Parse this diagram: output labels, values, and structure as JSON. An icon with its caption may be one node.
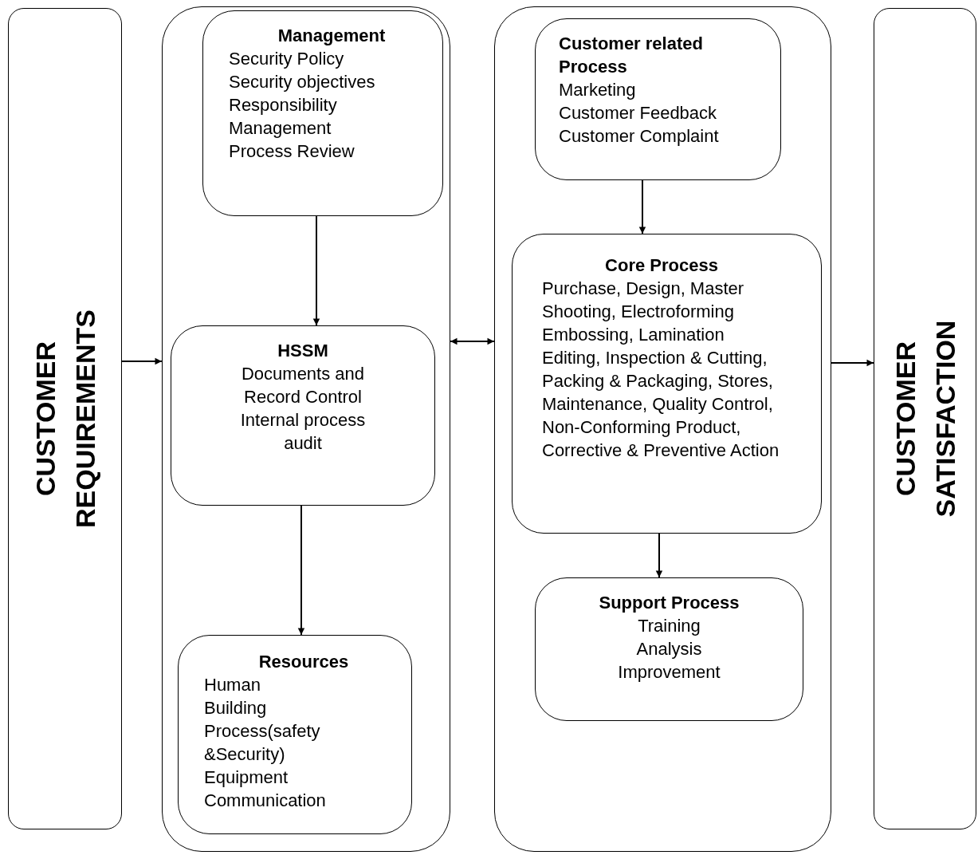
{
  "diagram": {
    "nodes": [
      {
        "text": [
          "CUSTOMER REQUIREMENTS"
        ]
      },
      {
        "text": [],
        "shape": "box"
      },
      {
        "text": [
          "Management",
          "Security Policy",
          "Security objectives",
          "Responsibility Management",
          "Process Review"
        ],
        "in": 1
      },
      {
        "text": [
          "HSSM",
          "Documents and Record Control",
          "Internal process audit"
        ],
        "in": 1
      },
      {
        "text": [
          "Resources",
          "Human",
          "Building",
          "Process(safety &Security)",
          "Equipment",
          "Communication"
        ],
        "in": 1
      },
      {
        "text": [],
        "shape": "box"
      },
      {
        "text": [
          "Customer related Process",
          "Marketing",
          "Customer Feedback",
          "Customer Complaint"
        ],
        "in": 5
      },
      {
        "text": [
          "Core Process",
          "Purchase, Design, Master Shooting, Electroforming Embossing, Lamination Editing, Inspection & Cutting, Packing & Packaging, Stores, Maintenance, Quality Control, Non-Conforming Product, Corrective & Preventive Action"
        ],
        "in": 5
      },
      {
        "text": [
          "Support Process",
          "Training",
          "Analysis",
          "Improvement"
        ],
        "in": 5
      },
      {
        "text": [
          "CUSTOMER SATISFACTION"
        ]
      }
    ],
    "edges": [
      {
        "from": 0,
        "to": 1,
        "arrow": "to"
      },
      {
        "from": 2,
        "to": 3,
        "arrow": "to"
      },
      {
        "from": 3,
        "to": 4,
        "arrow": "to"
      },
      {
        "from": 1,
        "to": 5,
        "arrow": "both"
      },
      {
        "from": 6,
        "to": 7,
        "arrow": "to"
      },
      {
        "from": 7,
        "to": 8,
        "arrow": "to"
      },
      {
        "from": 5,
        "to": 9,
        "arrow": "to"
      }
    ]
  }
}
